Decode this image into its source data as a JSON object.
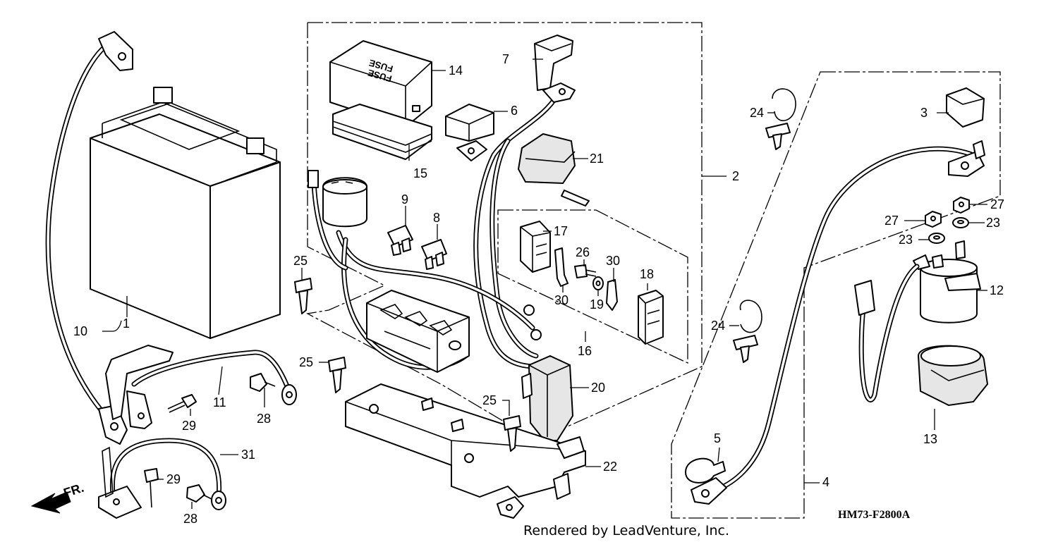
{
  "diagram": {
    "part_numbers": [
      "1",
      "2",
      "3",
      "4",
      "5",
      "6",
      "7",
      "8",
      "9",
      "10",
      "11",
      "12",
      "13",
      "14",
      "15",
      "16",
      "17",
      "18",
      "19",
      "20",
      "21",
      "22",
      "23",
      "23",
      "24",
      "24",
      "25",
      "25",
      "25",
      "26",
      "27",
      "27",
      "28",
      "28",
      "29",
      "29",
      "30",
      "30",
      "31"
    ],
    "fuse_label_line1": "FUSE",
    "fuse_label_line2": "FUSE",
    "direction_label": "FR.",
    "diagram_code": "HM73-F2800A",
    "render_credit": "Rendered by LeadVenture, Inc."
  }
}
